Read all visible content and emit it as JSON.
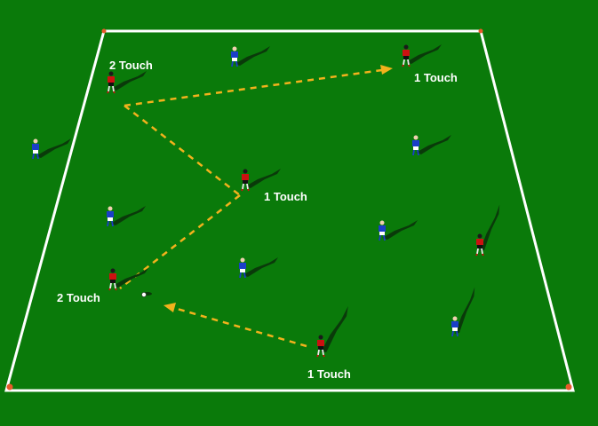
{
  "diagram": {
    "colors": {
      "pitch": "#0a7a0a",
      "lines": "#ffffff",
      "pass": "#f2b21c",
      "red_team": "#cc1111",
      "blue_team": "#1a3fc8"
    },
    "labels": {
      "top_left": "2 Touch",
      "top_right": "1 Touch",
      "center": "1 Touch",
      "bottom_left": "2 Touch",
      "bottom": "1 Touch"
    }
  }
}
